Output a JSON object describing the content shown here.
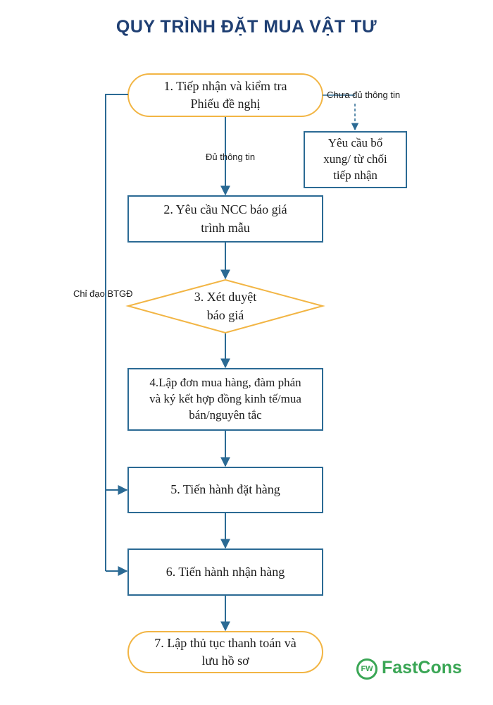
{
  "title": "QUY TRÌNH ĐẶT MUA VẬT TƯ",
  "nodes": {
    "step1": "1. Tiếp nhận và kiểm tra\nPhiếu đề nghị",
    "side": "Yêu cầu bổ\nxung/ từ chối\ntiếp nhận",
    "step2": "2. Yêu cầu NCC báo giá\ntrình mẫu",
    "step3": "3. Xét duyệt\nbáo giá",
    "step4": "4.Lập đơn mua hàng, đàm phán\nvà ký kết hợp đồng kinh tế/mua\nbán/nguyên tắc",
    "step5": "5. Tiến hành đặt hàng",
    "step6": "6. Tiến hành nhận hàng",
    "step7": "7. Lập thủ tục thanh toán và\nlưu hồ sơ"
  },
  "labels": {
    "insufficient": "Chưa đủ thông tin",
    "sufficient": "Đủ thông tin",
    "directive": "Chỉ đạo BTGĐ"
  },
  "logo": {
    "mark": "FW",
    "text": "FastCons"
  },
  "colors": {
    "title": "#1f3f73",
    "line": "#2b6a94",
    "terminal_border": "#f2b544",
    "logo": "#3aa655"
  }
}
